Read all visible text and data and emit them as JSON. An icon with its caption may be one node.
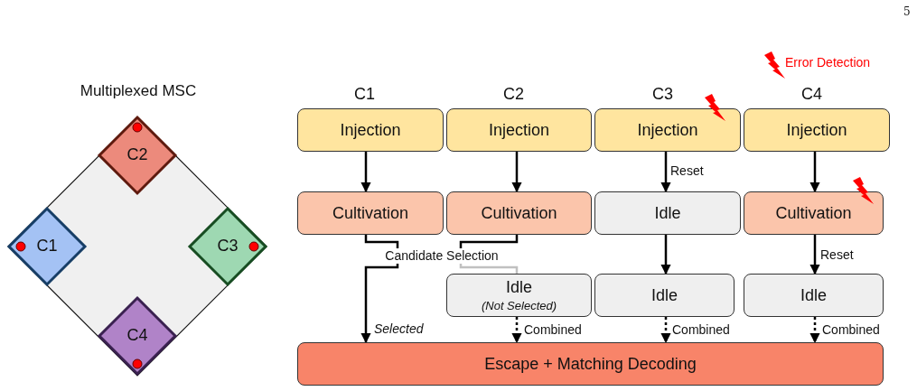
{
  "diagram": {
    "nodes": [
      {
        "text": [
          "Multiplexed MSC"
        ]
      },
      {
        "text": [
          "C2"
        ],
        "in": 0
      },
      {
        "text": [
          "C1"
        ],
        "in": 0
      },
      {
        "text": [
          "C3"
        ],
        "in": 0
      },
      {
        "text": [
          "C4"
        ],
        "in": 0
      },
      {
        "text": [
          "Injection"
        ]
      },
      {
        "text": [
          "Injection"
        ]
      },
      {
        "text": [
          "Injection"
        ]
      },
      {
        "text": [
          "Injection"
        ]
      },
      {
        "text": [
          "Cultivation"
        ]
      },
      {
        "text": [
          "Cultivation"
        ]
      },
      {
        "text": [
          "Idle"
        ]
      },
      {
        "text": [
          "Cultivation"
        ]
      },
      {
        "text": [
          "Candidate Selection"
        ]
      },
      {
        "text": [
          "Idle",
          "(Not Selected)"
        ]
      },
      {
        "text": [
          "Idle"
        ]
      },
      {
        "text": [
          "Idle"
        ]
      },
      {
        "text": [
          "Escape + Matching Decoding"
        ]
      }
    ],
    "edges": [
      {
        "from": 5,
        "to": 9,
        "arrow": "to"
      },
      {
        "from": 6,
        "to": 10,
        "arrow": "to"
      },
      {
        "from": 7,
        "to": 11,
        "arrow": "to",
        "label": "Reset"
      },
      {
        "from": 8,
        "to": 12,
        "arrow": "to"
      },
      {
        "from": 9,
        "to": 13,
        "arrow": "none"
      },
      {
        "from": 10,
        "to": 13,
        "arrow": "none"
      },
      {
        "from": 13,
        "to": 17,
        "arrow": "to",
        "label": "Selected"
      },
      {
        "from": 13,
        "to": 14,
        "arrow": "none",
        "color": "#c0c0c0"
      },
      {
        "from": 11,
        "to": 15,
        "arrow": "to"
      },
      {
        "from": 12,
        "to": 16,
        "arrow": "to",
        "label": "Reset"
      },
      {
        "from": 14,
        "to": 17,
        "arrow": "to",
        "style": "dashed",
        "label": "Combined"
      },
      {
        "from": 15,
        "to": 17,
        "arrow": "to",
        "style": "dashed",
        "label": "Combined"
      },
      {
        "from": 16,
        "to": 17,
        "arrow": "to",
        "style": "dashed",
        "label": "Combined"
      }
    ],
    "labels": [
      "5",
      "C1",
      "C2",
      "C3",
      "C4"
    ],
    "legend": [
      {
        "text": "Error Detection"
      }
    ]
  }
}
